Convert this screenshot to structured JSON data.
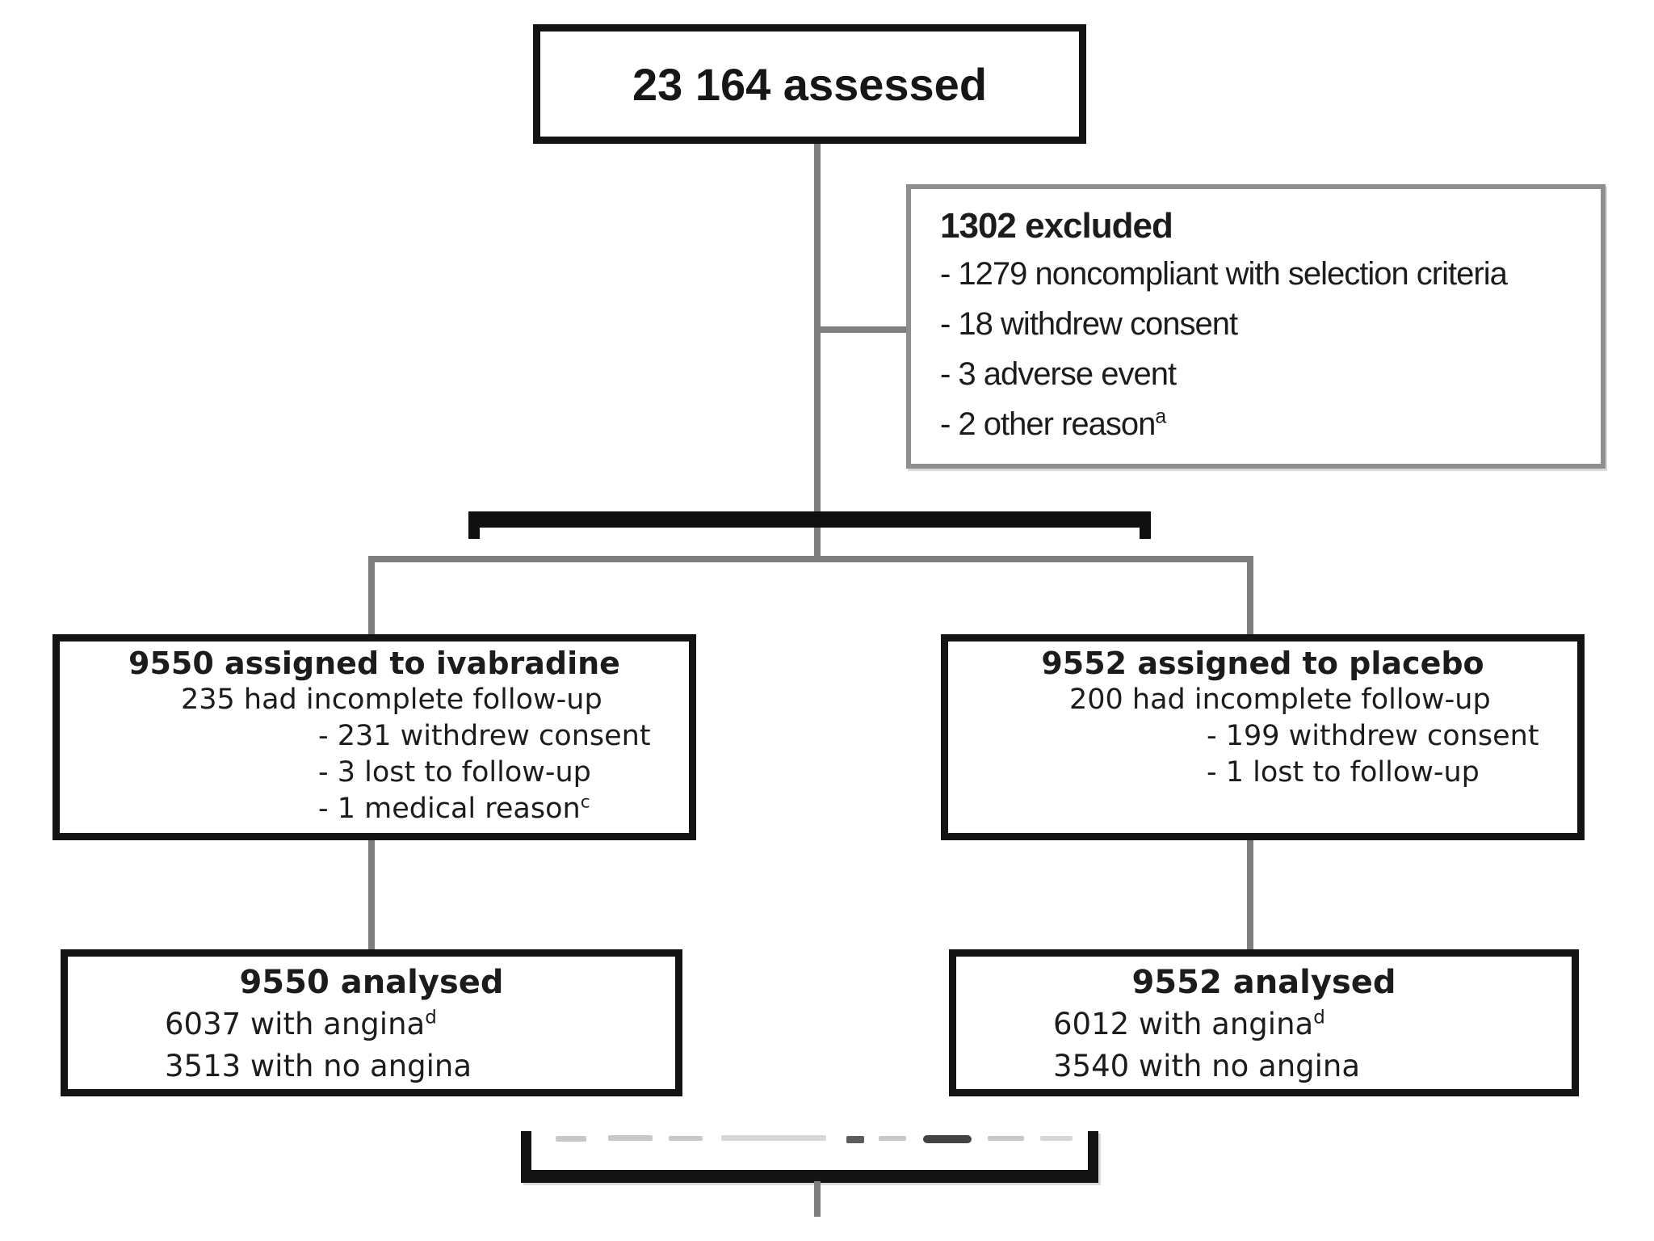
{
  "assessed_box": {
    "label": "23 164 assessed"
  },
  "excluded_box": {
    "title": "1302 excluded",
    "items": [
      {
        "text": "- 1279 noncompliant with selection criteria"
      },
      {
        "text": "- 18 withdrew consent"
      },
      {
        "text": "- 3 adverse event"
      },
      {
        "text": "- 2 other reason",
        "sup": "a"
      }
    ]
  },
  "ivabradine_box": {
    "title": "9550 assigned to ivabradine",
    "lines": [
      {
        "text": "235 had incomplete follow-up"
      },
      {
        "text": "- 231 withdrew consent"
      },
      {
        "text": "- 3 lost to follow-up"
      },
      {
        "text": "- 1 medical reason",
        "sup": "c"
      }
    ]
  },
  "placebo_box": {
    "title": "9552 assigned to placebo",
    "lines": [
      {
        "text": "200 had incomplete follow-up"
      },
      {
        "text": "- 199 withdrew consent"
      },
      {
        "text": "- 1 lost to follow-up"
      }
    ]
  },
  "ivabradine_analysed_box": {
    "title": "9550 analysed",
    "lines": [
      {
        "text": "6037 with angina",
        "sup": "d"
      },
      {
        "text": "3513 with no angina"
      }
    ]
  },
  "placebo_analysed_box": {
    "title": "9552 analysed",
    "lines": [
      {
        "text": "6012 with angina",
        "sup": "d"
      },
      {
        "text": "3540 with no angina"
      }
    ]
  },
  "colors": {
    "black_border": "#141414",
    "gray_border": "#8f8f8f",
    "connector_gray": "#7f7f7f",
    "text": "#1c1c1c",
    "background": "#ffffff"
  }
}
